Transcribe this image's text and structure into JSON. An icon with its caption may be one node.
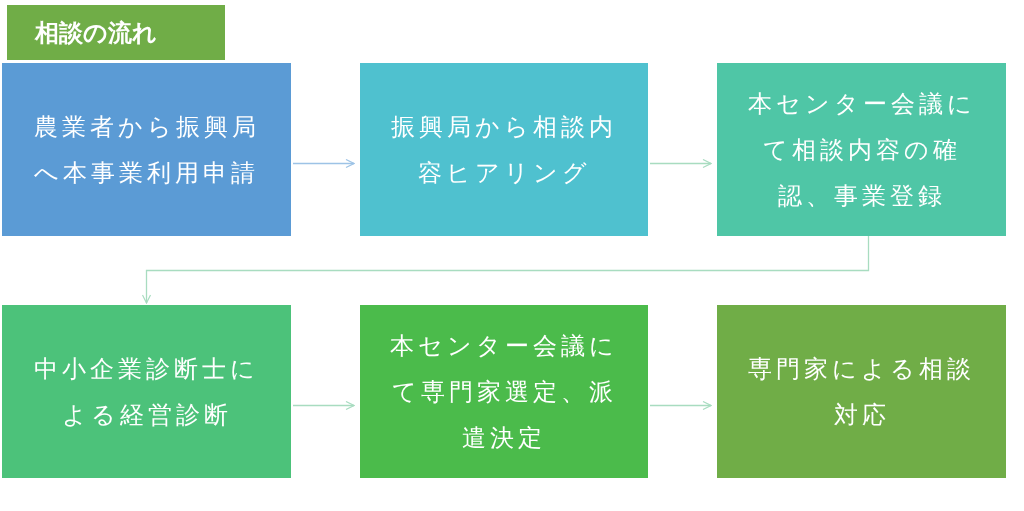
{
  "diagram": {
    "title": "相談の流れ",
    "nodes": [
      {
        "text": [
          "農業者から振興局へ本事業利用申請"
        ]
      },
      {
        "text": [
          "振興局から相談内容ヒアリング"
        ]
      },
      {
        "text": [
          "本センター会議にて相談内容の確認、事業登録"
        ]
      },
      {
        "text": [
          "中小企業診断士による経営診断"
        ]
      },
      {
        "text": [
          "本センター会議にて専門家選定、派遣決定"
        ]
      },
      {
        "text": [
          "専門家による相談対応"
        ]
      }
    ],
    "edges": [
      {
        "from": 0,
        "to": 1,
        "arrow": "to",
        "color": "#9dc3e6"
      },
      {
        "from": 1,
        "to": 2,
        "arrow": "to"
      },
      {
        "from": 2,
        "to": 3,
        "arrow": "to"
      },
      {
        "from": 3,
        "to": 4,
        "arrow": "to"
      },
      {
        "from": 4,
        "to": 5,
        "arrow": "to"
      }
    ]
  }
}
